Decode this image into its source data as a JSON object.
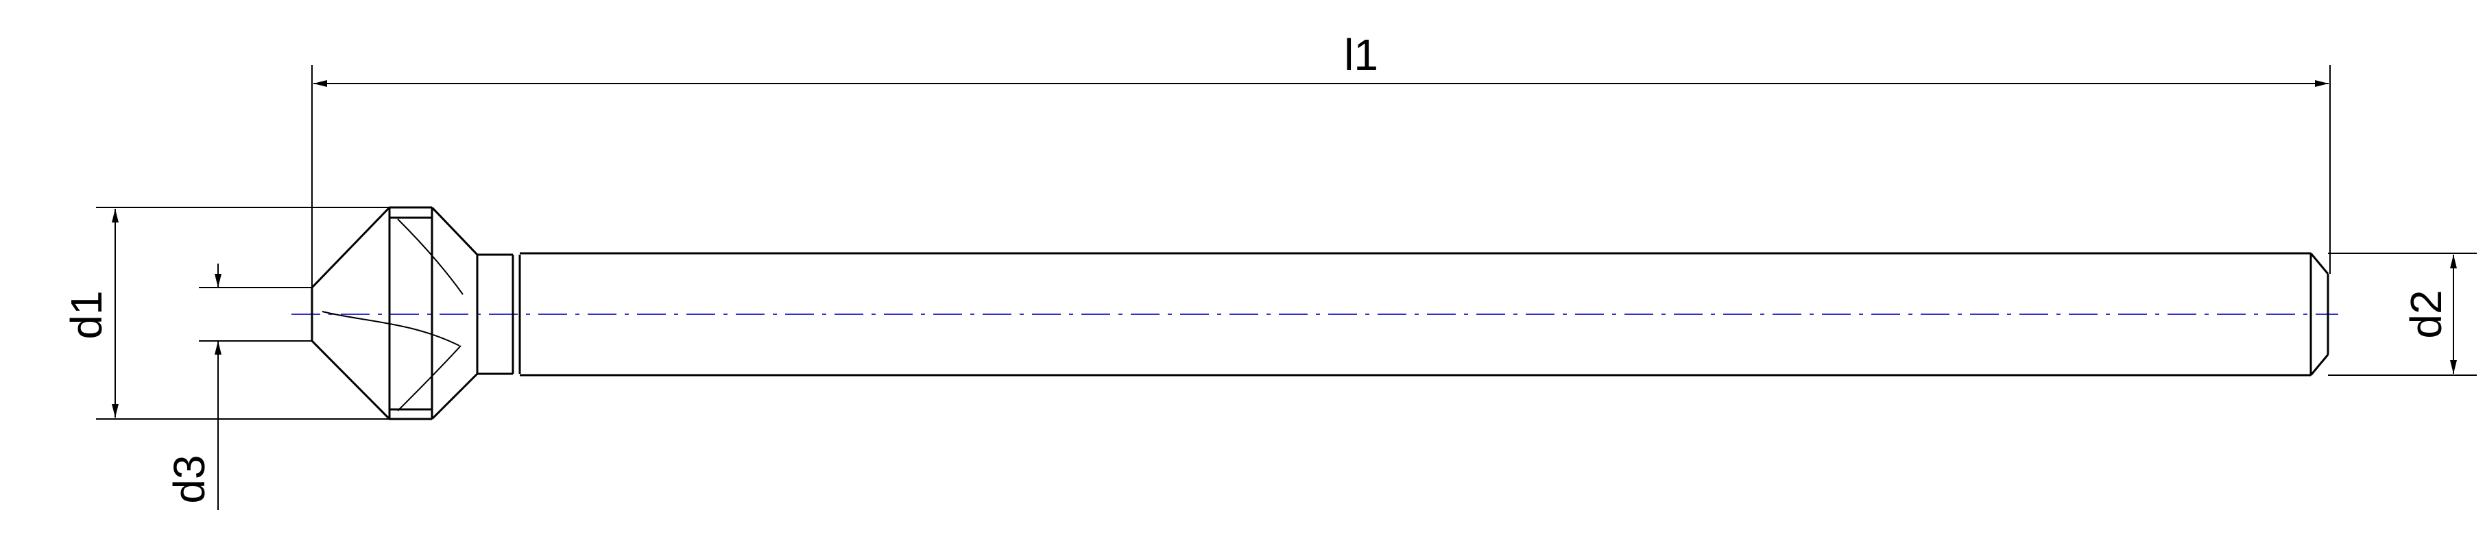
{
  "labels": {
    "l1": "l1",
    "d1": "d1",
    "d2": "d2",
    "d3": "d3"
  },
  "colors": {
    "outline": "#000000",
    "centerline": "#3333cc",
    "background": "#ffffff"
  }
}
